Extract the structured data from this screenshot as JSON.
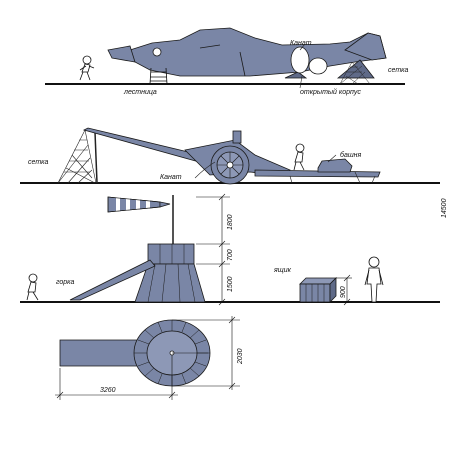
{
  "colors": {
    "structure": "#7a86a6",
    "structure_dark": "#5f6a88",
    "ink": "#1a1a1a",
    "background": "#ffffff"
  },
  "views": {
    "plane": {
      "labels": {
        "ladder": "лестница",
        "rope": "Канат",
        "open_body": "открытый корпус",
        "net": "сетка"
      }
    },
    "cannon": {
      "labels": {
        "net": "сетка",
        "rope": "Канат",
        "tower": "башня"
      }
    },
    "side": {
      "labels": {
        "slide": "горка",
        "box": "ящик"
      },
      "dims": {
        "top": "1800",
        "mid": "700",
        "low": "1500",
        "box": "900",
        "overall": "14500"
      }
    },
    "plan": {
      "dims": {
        "length": "3260",
        "diameter": "2030"
      }
    }
  }
}
